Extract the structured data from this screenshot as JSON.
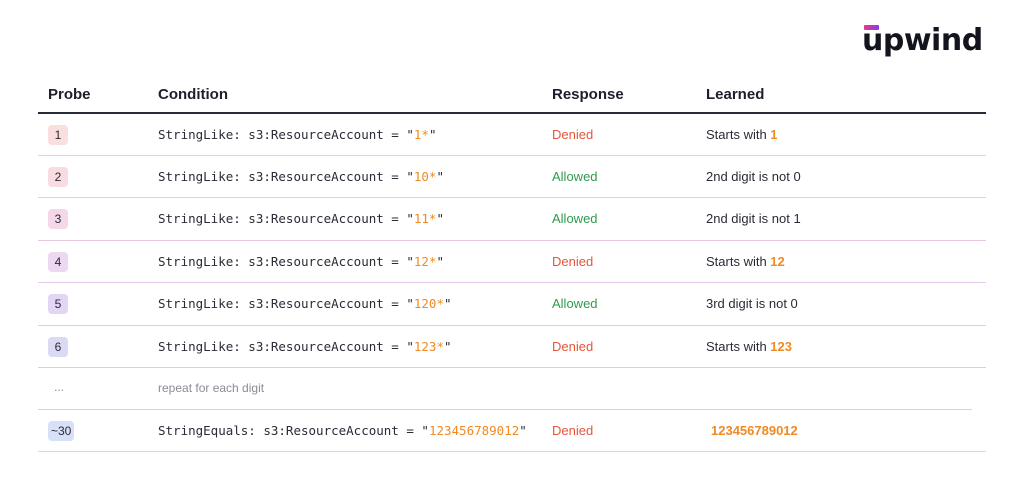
{
  "brand": {
    "logo_text": "upwind"
  },
  "colors": {
    "highlight": "#f08a24",
    "denied": "#e8553b",
    "allowed": "#2f9a4e",
    "header_rule": "#2a2b36"
  },
  "headers": {
    "probe": "Probe",
    "condition": "Condition",
    "response": "Response",
    "learned": "Learned"
  },
  "rows": [
    {
      "probe": "1",
      "cond_prefix": "StringLike: s3:ResourceAccount = \"",
      "cond_value": "1*",
      "cond_suffix": "\"",
      "response": "Denied",
      "learned_prefix": "Starts with ",
      "learned_value": "1"
    },
    {
      "probe": "2",
      "cond_prefix": "StringLike: s3:ResourceAccount = \"",
      "cond_value": "10*",
      "cond_suffix": "\"",
      "response": "Allowed",
      "learned_prefix": "2nd digit is not 0",
      "learned_value": ""
    },
    {
      "probe": "3",
      "cond_prefix": "StringLike: s3:ResourceAccount = \"",
      "cond_value": "11*",
      "cond_suffix": "\"",
      "response": "Allowed",
      "learned_prefix": "2nd digit is not 1",
      "learned_value": ""
    },
    {
      "probe": "4",
      "cond_prefix": "StringLike: s3:ResourceAccount = \"",
      "cond_value": "12*",
      "cond_suffix": "\"",
      "response": "Denied",
      "learned_prefix": "Starts with ",
      "learned_value": "12"
    },
    {
      "probe": "5",
      "cond_prefix": "StringLike: s3:ResourceAccount = \"",
      "cond_value": "120*",
      "cond_suffix": "\"",
      "response": "Allowed",
      "learned_prefix": "3rd digit is not 0",
      "learned_value": ""
    },
    {
      "probe": "6",
      "cond_prefix": "StringLike: s3:ResourceAccount = \"",
      "cond_value": "123*",
      "cond_suffix": "\"",
      "response": "Denied",
      "learned_prefix": "Starts with ",
      "learned_value": "123"
    }
  ],
  "repeat_row": {
    "probe": "...",
    "text": "repeat for each digit"
  },
  "final_row": {
    "probe": "~30",
    "cond_prefix": "StringEquals: s3:ResourceAccount = \"",
    "cond_value": "123456789012",
    "cond_suffix": "\"",
    "response": "Denied",
    "learned_value": "123456789012"
  }
}
